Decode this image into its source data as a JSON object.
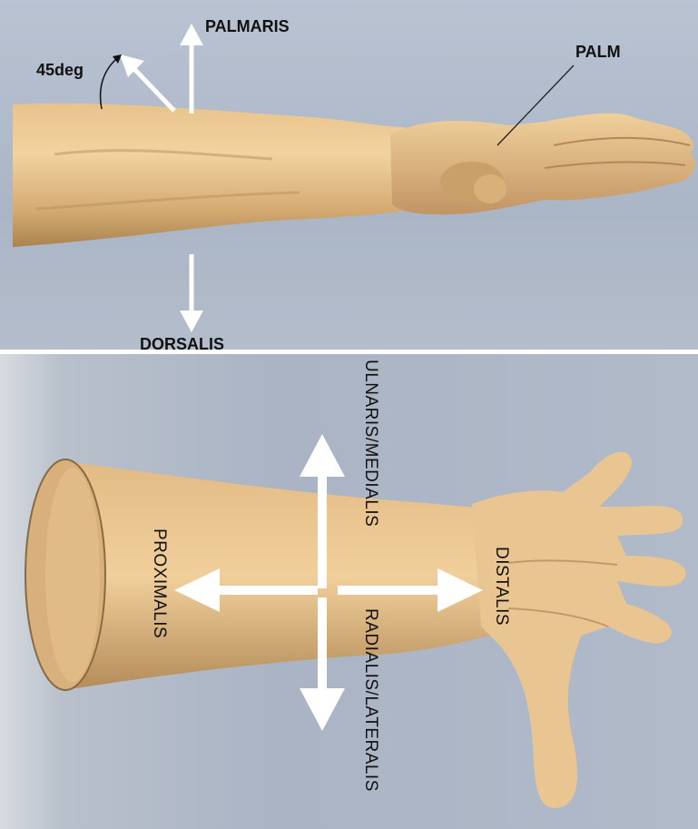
{
  "figure": {
    "top_panel": {
      "labels": {
        "palmaris": "PALMARIS",
        "dorsalis": "DORSALIS",
        "palm": "PALM",
        "angle": "45deg"
      }
    },
    "bottom_panel": {
      "labels": {
        "ulnaris_medialis": "ULNARIS/MEDIALIS",
        "radialis_lateralis": "RADIALIS/LATERALIS",
        "proximalis": "PROXIMALIS",
        "distalis": "DISTALIS"
      }
    }
  },
  "colors": {
    "skin_light": "#f0cc96",
    "skin_mid": "#d7ae78",
    "skin_shadow": "#9b7a4e",
    "arrow": "#ffffff",
    "background": "#abb6c6"
  }
}
